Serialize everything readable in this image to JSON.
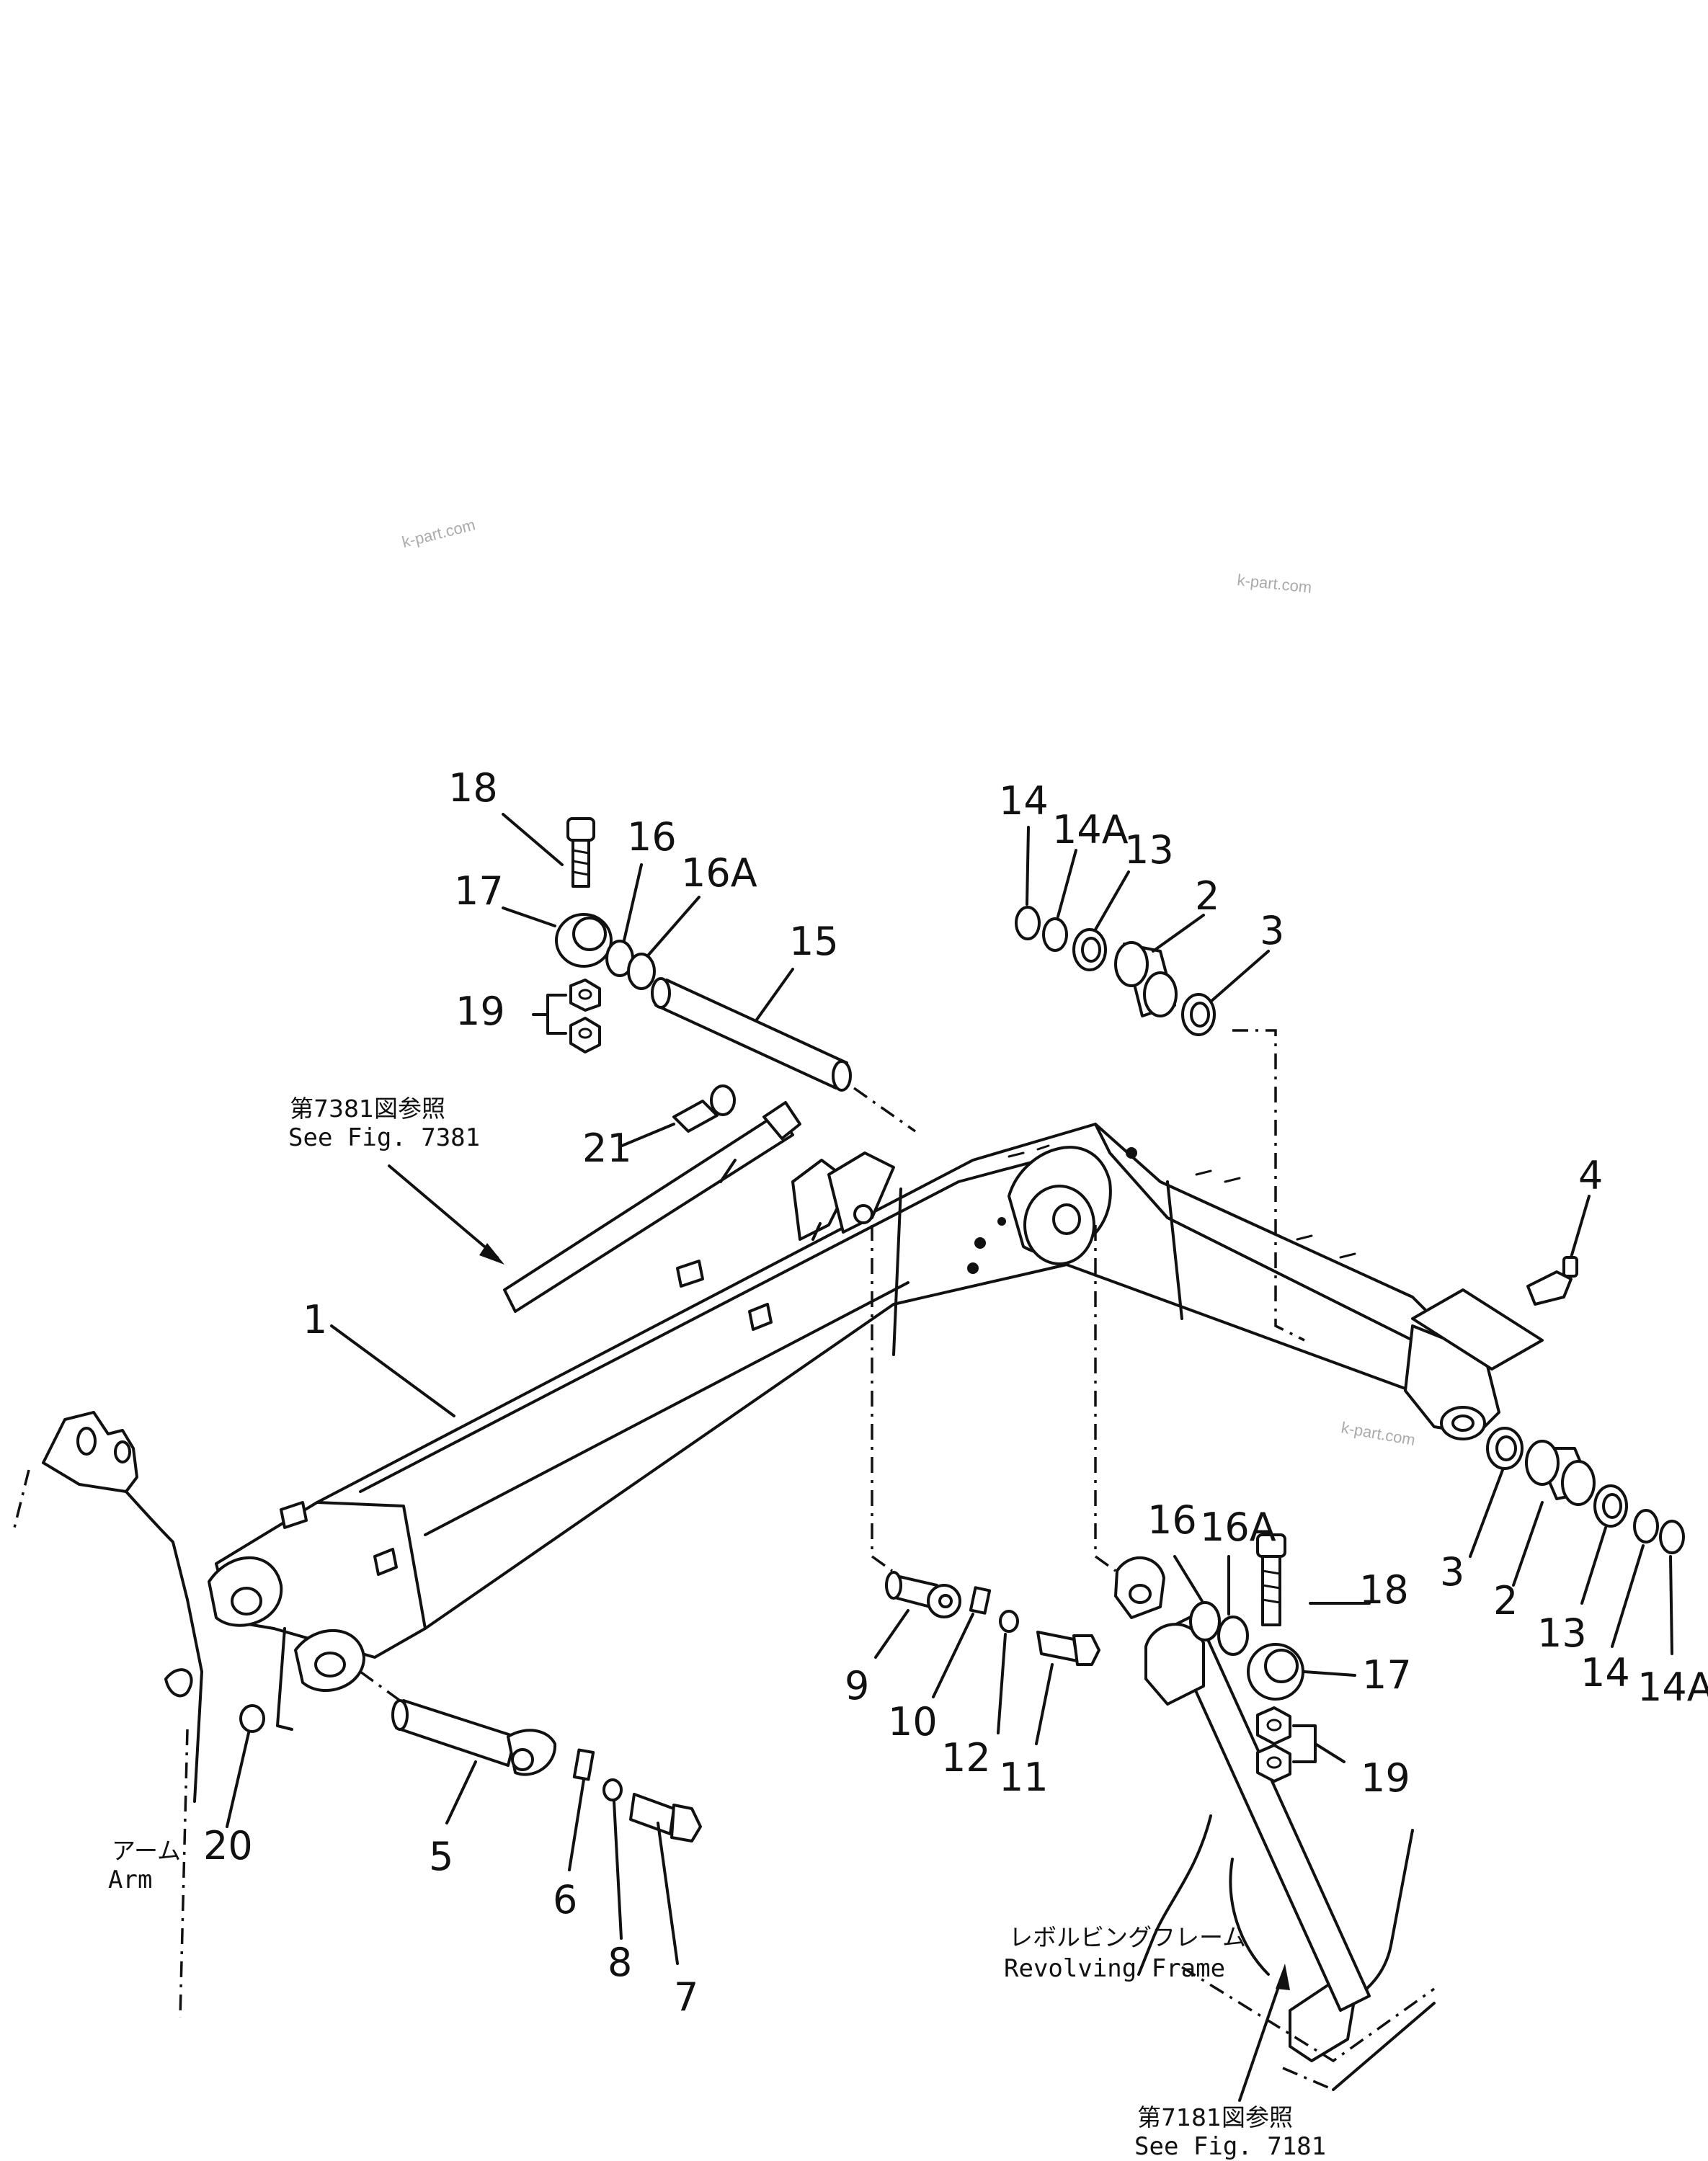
{
  "callouts": [
    {
      "id": "c1",
      "text": "1"
    },
    {
      "id": "c2a",
      "text": "2"
    },
    {
      "id": "c2b",
      "text": "2"
    },
    {
      "id": "c3a",
      "text": "3"
    },
    {
      "id": "c3b",
      "text": "3"
    },
    {
      "id": "c4",
      "text": "4"
    },
    {
      "id": "c5",
      "text": "5"
    },
    {
      "id": "c6",
      "text": "6"
    },
    {
      "id": "c7",
      "text": "7"
    },
    {
      "id": "c8",
      "text": "8"
    },
    {
      "id": "c9",
      "text": "9"
    },
    {
      "id": "c10",
      "text": "10"
    },
    {
      "id": "c11",
      "text": "11"
    },
    {
      "id": "c12",
      "text": "12"
    },
    {
      "id": "c13a",
      "text": "13"
    },
    {
      "id": "c13b",
      "text": "13"
    },
    {
      "id": "c14a",
      "text": "14"
    },
    {
      "id": "c14b",
      "text": "14"
    },
    {
      "id": "c14Aa",
      "text": "14A"
    },
    {
      "id": "c14Ab",
      "text": "14A"
    },
    {
      "id": "c15",
      "text": "15"
    },
    {
      "id": "c16a",
      "text": "16"
    },
    {
      "id": "c16b",
      "text": "16"
    },
    {
      "id": "c16Aa",
      "text": "16A"
    },
    {
      "id": "c16Ab",
      "text": "16A"
    },
    {
      "id": "c17a",
      "text": "17"
    },
    {
      "id": "c17b",
      "text": "17"
    },
    {
      "id": "c18a",
      "text": "18"
    },
    {
      "id": "c18b",
      "text": "18"
    },
    {
      "id": "c19a",
      "text": "19"
    },
    {
      "id": "c19b",
      "text": "19"
    },
    {
      "id": "c20",
      "text": "20"
    },
    {
      "id": "c21",
      "text": "21"
    }
  ],
  "notes": {
    "fig7381_jp": "第7381図参照",
    "fig7381_en": "See Fig. 7381",
    "arm_jp": "アーム",
    "arm_en": "Arm",
    "frame_jp": "レボルビングフレーム",
    "frame_en": "Revolving Frame",
    "fig7181_jp": "第7181図参照",
    "fig7181_en": "See Fig. 7181"
  },
  "watermarks": [
    "k-part.com",
    "k-part.com",
    "k-part.com",
    "k-part.com"
  ]
}
